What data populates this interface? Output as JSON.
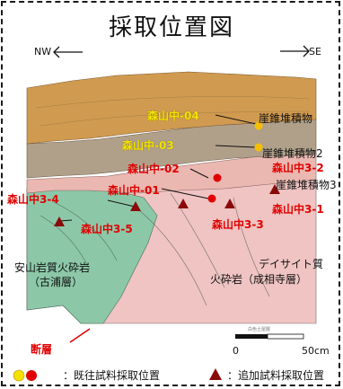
{
  "title": "採取位置図",
  "orientation": {
    "left": "NW",
    "right": "SE"
  },
  "layers": {
    "talus": "崖錐堆積物",
    "talus2": "崖錐堆積物2",
    "talus3": "崖錐堆積物3",
    "andesite": "安山岩質火砕岩",
    "andesite_sub": "（古浦層）",
    "dacite": "デイサイト質",
    "dacite_sub": "火砕岩（成相寺層）"
  },
  "existing_samples": {
    "s04": "森山中-04",
    "s03": "森山中-03",
    "s02": "森山中-02",
    "s01": "森山中-01"
  },
  "additional_samples": {
    "s32": "森山中3-2",
    "s31": "森山中3-1",
    "s33": "森山中3-3",
    "s34": "森山中3-4",
    "s35": "森山中3-5"
  },
  "fault_label": "断層",
  "scale": {
    "start": "0",
    "end": "50cm",
    "caption": "白色土屋層"
  },
  "legend": {
    "existing": "：既往試料採取位置",
    "additional": "：追加試料採取位置"
  },
  "colors": {
    "talus_fill": "#d09a50",
    "talus2_fill": "#b0a08a",
    "talus3_fill": "#eab8b0",
    "andesite_fill": "#8cc8a8",
    "dacite_fill": "#efc4c2",
    "red": "#e00000",
    "yellow": "#f5c000",
    "triangle": "#8a0a0a"
  }
}
